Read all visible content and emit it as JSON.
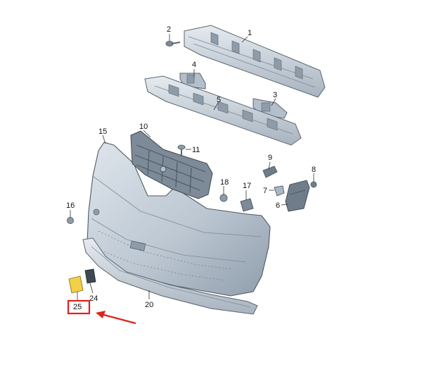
{
  "diagram": {
    "callouts": [
      {
        "id": "1",
        "label": "1"
      },
      {
        "id": "2",
        "label": "2"
      },
      {
        "id": "3",
        "label": "3"
      },
      {
        "id": "4",
        "label": "4"
      },
      {
        "id": "5",
        "label": "5"
      },
      {
        "id": "6",
        "label": "6"
      },
      {
        "id": "7",
        "label": "7"
      },
      {
        "id": "8",
        "label": "8"
      },
      {
        "id": "9",
        "label": "9"
      },
      {
        "id": "10",
        "label": "10"
      },
      {
        "id": "11",
        "label": "11"
      },
      {
        "id": "15",
        "label": "15"
      },
      {
        "id": "16",
        "label": "16"
      },
      {
        "id": "17",
        "label": "17"
      },
      {
        "id": "18",
        "label": "18"
      },
      {
        "id": "20",
        "label": "20"
      },
      {
        "id": "24",
        "label": "24"
      },
      {
        "id": "25",
        "label": "25"
      }
    ],
    "colors": {
      "part_fill": "#c9d2dc",
      "part_shade": "#9eabb8",
      "part_dark": "#6f7d8a",
      "highlight_part": "#f2d04a",
      "highlight_box": "#e0201b",
      "arrow": "#d9261c"
    }
  }
}
